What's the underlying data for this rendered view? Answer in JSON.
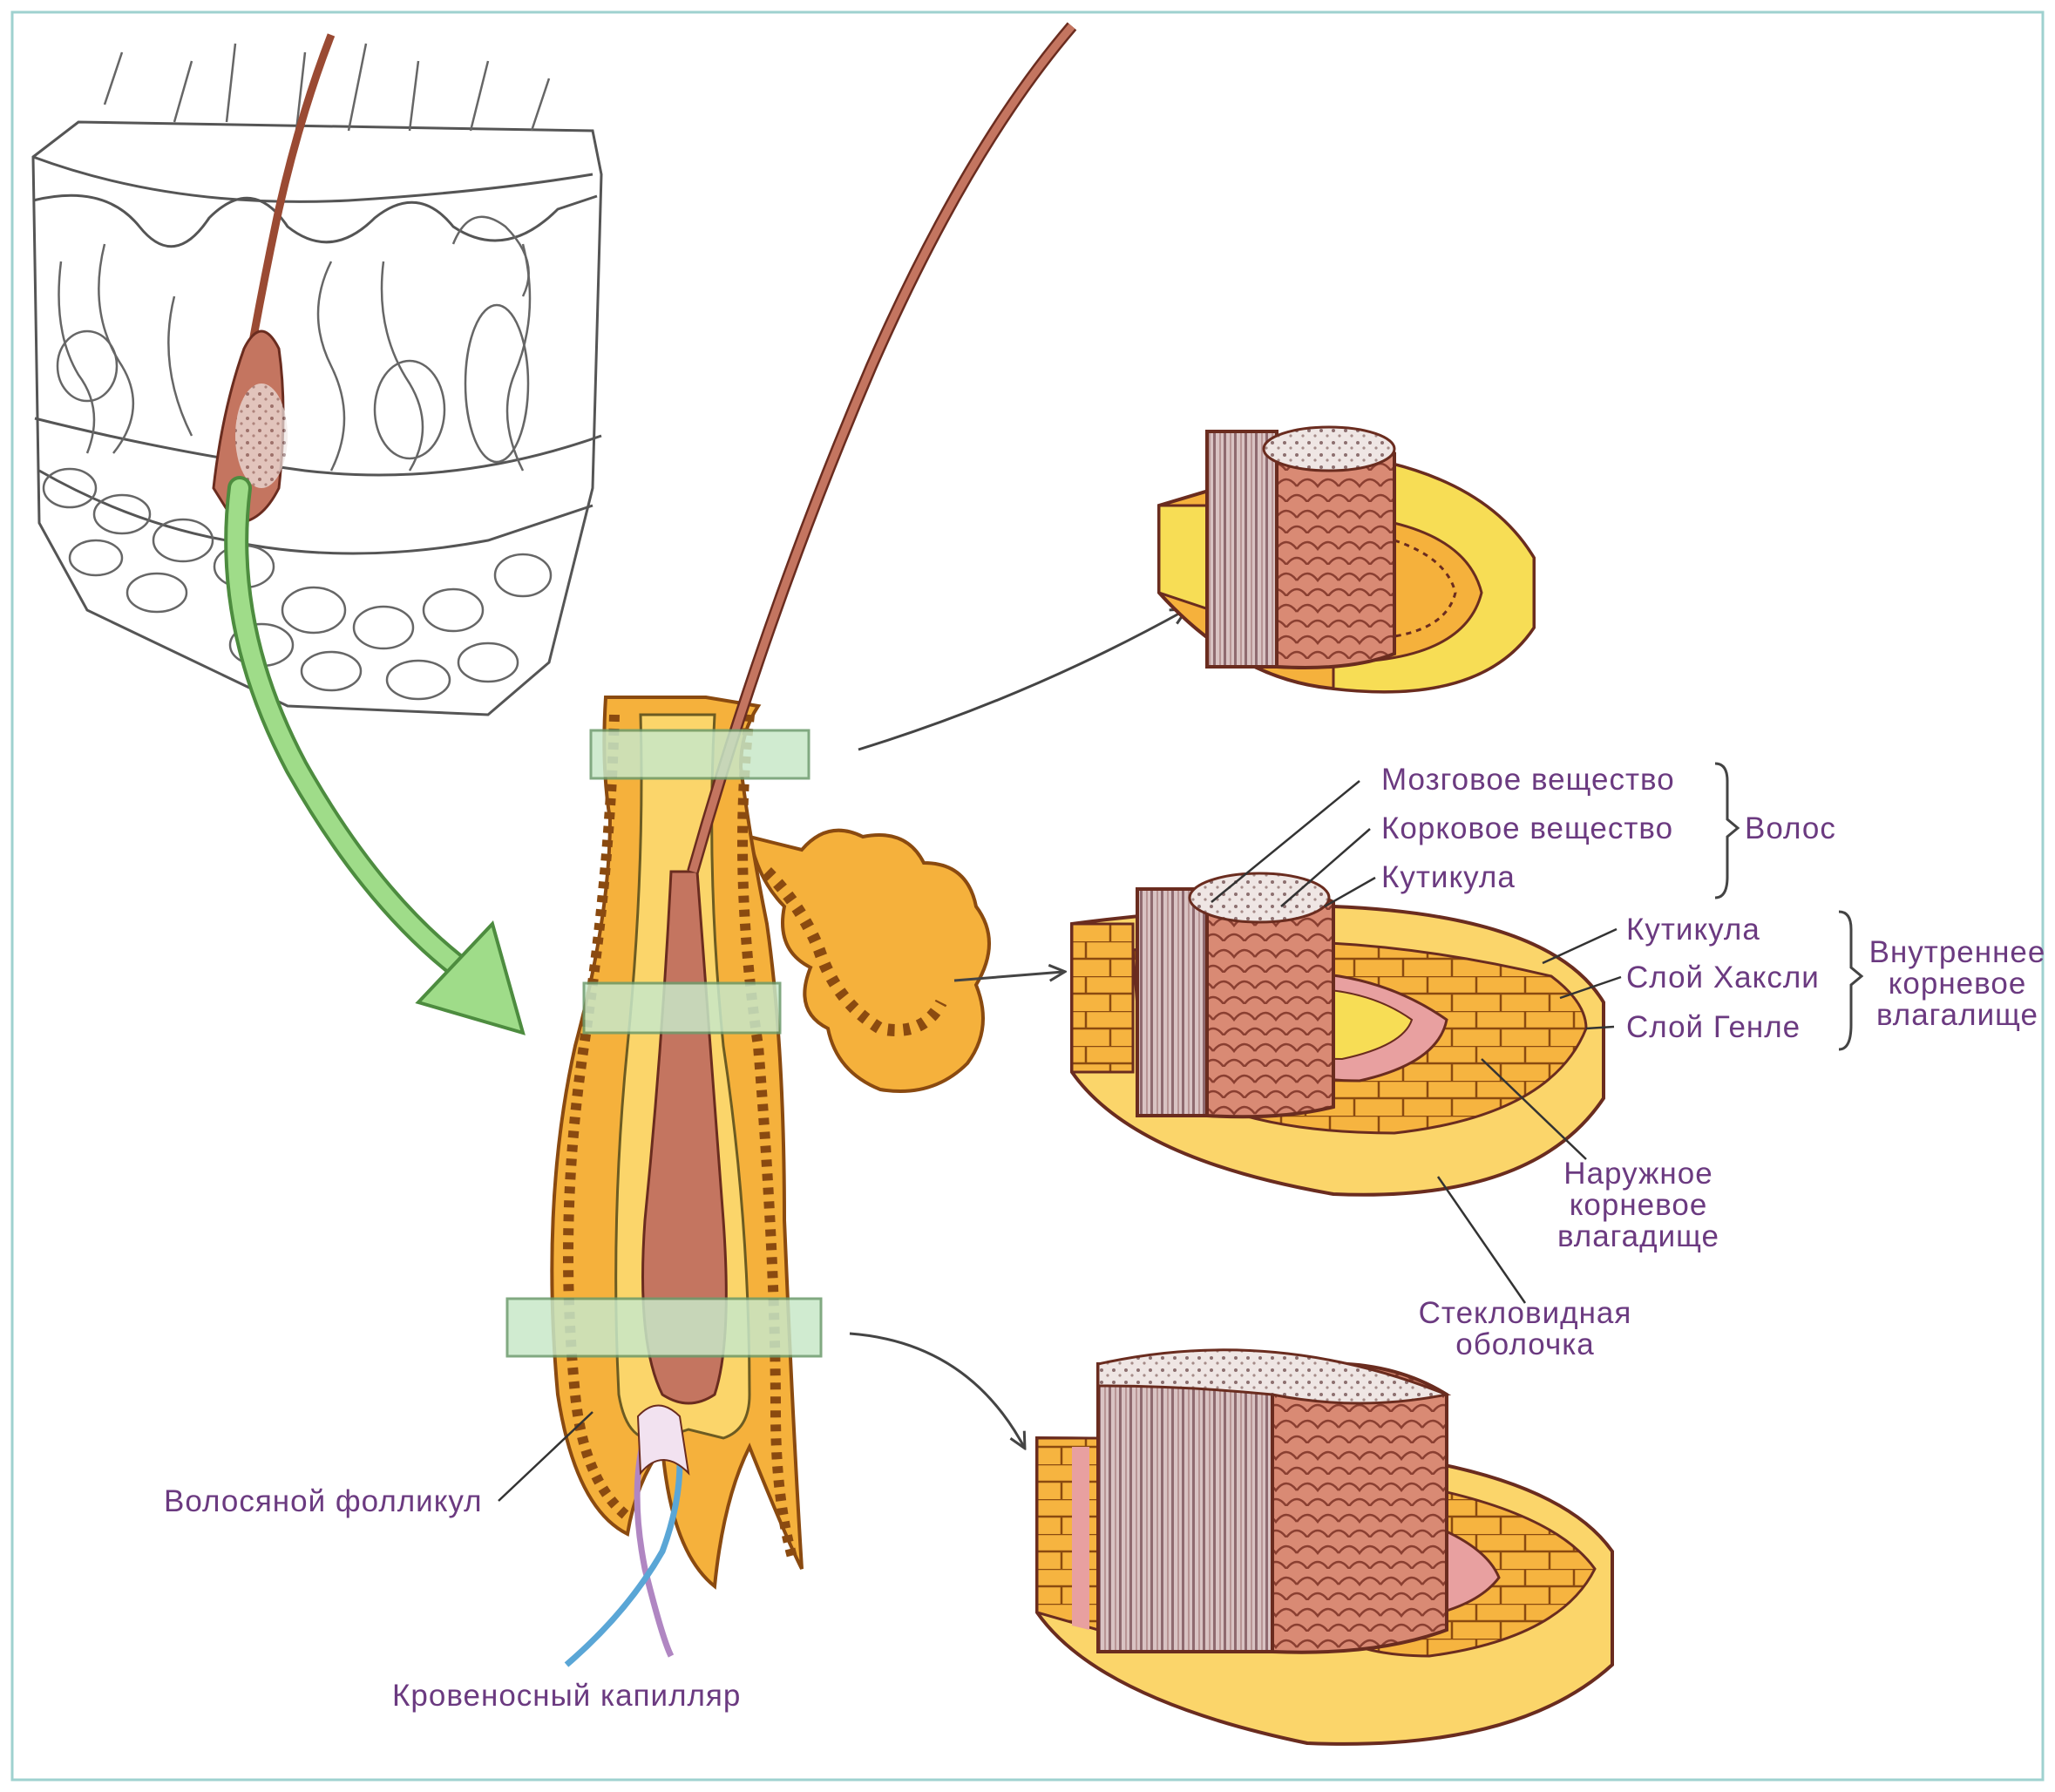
{
  "colors": {
    "accent_border": "#9fd1cf",
    "hair": "#c47560",
    "sheath_orange": "#f5b13c",
    "sheath_light": "#fbd56a",
    "cuticle_pink": "#e8a0a0",
    "glass_membrane_yellow": "#f7dd55",
    "section_band": "#c8e8c8",
    "guide_arrow": "#9fdc89",
    "label_text": "#6b3a80",
    "vein": "#5aa6d6",
    "capillary": "#b086c2"
  },
  "labels": {
    "medulla": "Мозговое вещество",
    "cortex": "Корковое вещество",
    "hair_cuticle": "Кутикула",
    "hair": "Волос",
    "irs_cuticle": "Кутикула",
    "huxley_layer": "Слой Хаксли",
    "henle_layer": "Слой Генле",
    "irs_group": [
      "Внутреннее",
      "корневое",
      "влагалище"
    ],
    "ors": [
      "Наружное",
      "корневое",
      "влагадище"
    ],
    "glassy_membrane": [
      "Стекловидная",
      "оболочка"
    ],
    "follicle": "Волосяной фолликул",
    "capillary": "Кровеносный капилляр"
  }
}
